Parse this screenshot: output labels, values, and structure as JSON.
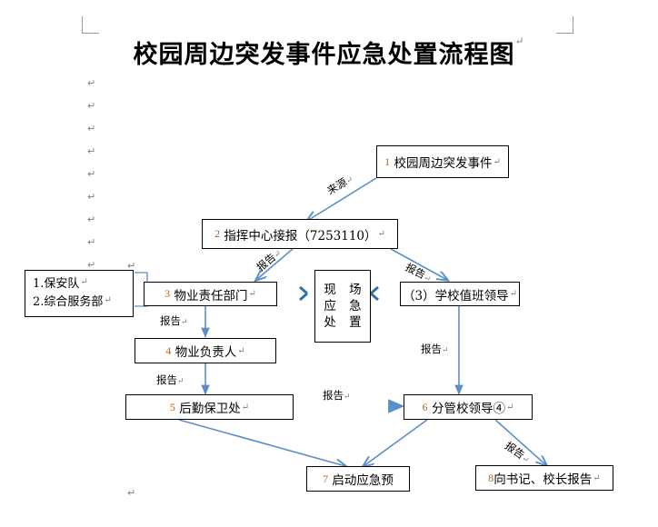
{
  "document": {
    "title": "校园周边突发事件应急处置流程图",
    "paragraph_mark": "↵"
  },
  "page": {
    "corner_marks": [
      "top-left",
      "top-right"
    ],
    "empty_paragraph_marks_count": 10
  },
  "colors": {
    "number_accent": "#b8651b",
    "connector_blue": "#5b8fc9",
    "thick_arrow_blue": "#3a6ea5",
    "mark_gray": "#808080",
    "border": "#000000",
    "page_background": "#ffffff"
  },
  "flowchart": {
    "nodes": [
      {
        "id": "n1",
        "num": "1",
        "text": "校园周边突发事件",
        "mark": "↵"
      },
      {
        "id": "n2",
        "num": "2",
        "text": "指挥中心接报（7253110）",
        "mark": "↵"
      },
      {
        "id": "n3",
        "num": "3",
        "text": "物业责任部门",
        "mark": "↵"
      },
      {
        "id": "n_left",
        "line1": "1.保安队",
        "line2": "2.综合服务部",
        "mark": "↵"
      },
      {
        "id": "n_center",
        "l1": "现 场",
        "l2": "应 急",
        "l3": "处 置",
        "mark": "↵"
      },
      {
        "id": "n3b",
        "num": "",
        "text": "（3）学校值班领导",
        "mark": "↵"
      },
      {
        "id": "n4",
        "num": "4",
        "text": "物业负责人",
        "mark": "↵"
      },
      {
        "id": "n5",
        "num": "5",
        "text": "后勤保卫处",
        "mark": "↵"
      },
      {
        "id": "n6",
        "num": "6",
        "text": "分管校领导④",
        "mark": "↵"
      },
      {
        "id": "n7",
        "num": "7",
        "text": "启动应急预",
        "mark": ""
      },
      {
        "id": "n8",
        "num": "8",
        "text": "向书记、校长报告",
        "mark": "↵"
      }
    ],
    "edge_labels": [
      {
        "id": "e_source",
        "text": "来源",
        "mark": "↵"
      },
      {
        "id": "e_2_3",
        "text": "报告",
        "mark": "↵"
      },
      {
        "id": "e_2_3b",
        "text": "报告",
        "mark": "↵"
      },
      {
        "id": "e_3_4",
        "text": "报告",
        "mark": "↵"
      },
      {
        "id": "e_4_5",
        "text": "报告",
        "mark": "↵"
      },
      {
        "id": "e_5_6",
        "text": "报告",
        "mark": "↵"
      },
      {
        "id": "e_3b_6",
        "text": "报告",
        "mark": "↵"
      },
      {
        "id": "e_6_8",
        "text": "报告",
        "mark": "↵"
      }
    ]
  }
}
